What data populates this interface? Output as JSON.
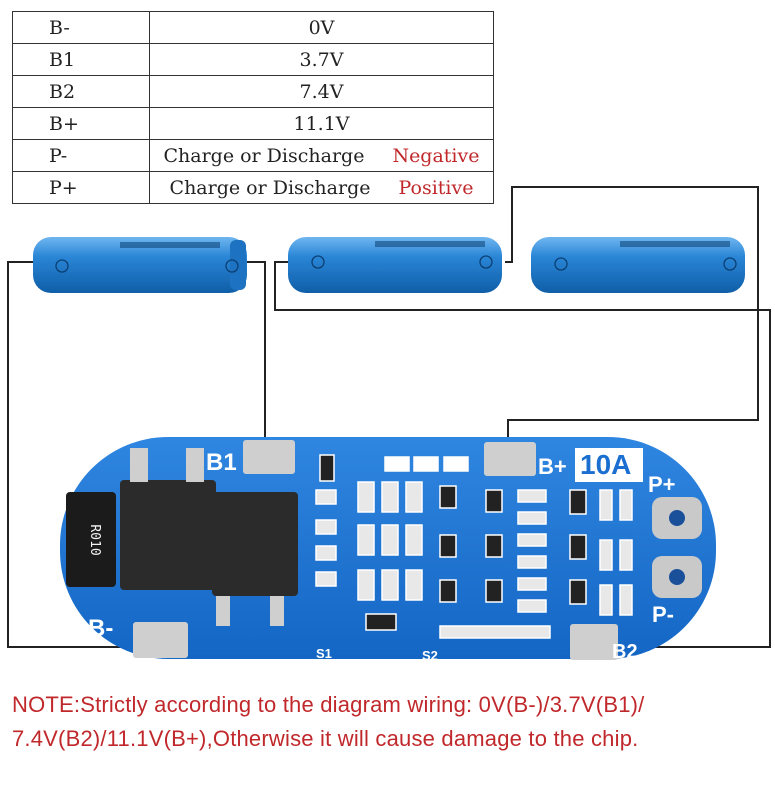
{
  "pin_table": [
    {
      "pin": "B-",
      "value": "0V",
      "polarity": ""
    },
    {
      "pin": "B1",
      "value": "3.7V",
      "polarity": ""
    },
    {
      "pin": "B2",
      "value": "7.4V",
      "polarity": ""
    },
    {
      "pin": "B+",
      "value": "11.1V",
      "polarity": ""
    },
    {
      "pin": "P-",
      "value": "Charge or Discharge",
      "polarity": "Negative"
    },
    {
      "pin": "P+",
      "value": "Charge or Discharge",
      "polarity": "Positive"
    }
  ],
  "board": {
    "labels": {
      "b1": "B1",
      "b_plus": "B+",
      "current": "10A",
      "p_plus": "P+",
      "b_minus": "B-",
      "p_minus": "P-",
      "s1": "S1",
      "s2": "S2",
      "b2": "B2",
      "resistor": "R010"
    },
    "color": "#1a6fd0"
  },
  "batteries": [
    "battery-1",
    "battery-2",
    "battery-3"
  ],
  "note": {
    "line1": "NOTE:Strictly according to the diagram wiring: 0V(B-)/3.7V(B1)/",
    "line2": "7.4V(B2)/11.1V(B+),Otherwise it will cause damage to the chip."
  }
}
